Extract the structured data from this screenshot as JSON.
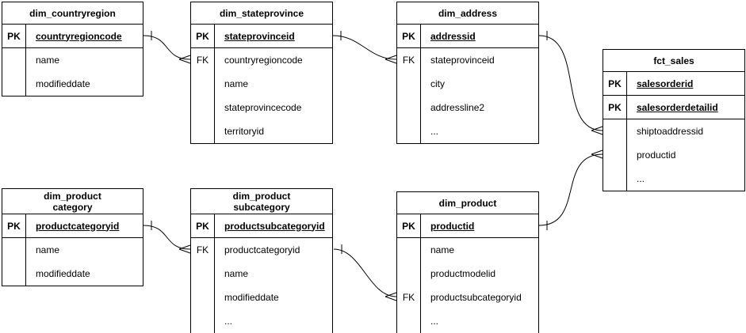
{
  "diagram": {
    "background_color": "#ffffff",
    "line_color": "#000000",
    "entities": [
      {
        "id": "dim_countryregion",
        "name": "dim_countryregion",
        "columns": [
          {
            "key": "PK",
            "name": "countryregioncode",
            "is_pk": true
          },
          {
            "key": "",
            "name": "name",
            "is_pk": false
          },
          {
            "key": "",
            "name": "modifieddate",
            "is_pk": false
          }
        ]
      },
      {
        "id": "dim_stateprovince",
        "name": "dim_stateprovince",
        "columns": [
          {
            "key": "PK",
            "name": "stateprovinceid",
            "is_pk": true
          },
          {
            "key": "FK",
            "name": "countryregioncode",
            "is_pk": false
          },
          {
            "key": "",
            "name": "name",
            "is_pk": false
          },
          {
            "key": "",
            "name": "stateprovincecode",
            "is_pk": false
          },
          {
            "key": "",
            "name": "territoryid",
            "is_pk": false
          }
        ]
      },
      {
        "id": "dim_address",
        "name": "dim_address",
        "columns": [
          {
            "key": "PK",
            "name": "addressid",
            "is_pk": true
          },
          {
            "key": "FK",
            "name": "stateprovinceid",
            "is_pk": false
          },
          {
            "key": "",
            "name": "city",
            "is_pk": false
          },
          {
            "key": "",
            "name": "addressline2",
            "is_pk": false
          },
          {
            "key": "",
            "name": "...",
            "is_pk": false
          }
        ]
      },
      {
        "id": "fct_sales",
        "name": "fct_sales",
        "columns": [
          {
            "key": "PK",
            "name": "salesorderid",
            "is_pk": true
          },
          {
            "key": "PK",
            "name": "salesorderdetailid",
            "is_pk": true
          },
          {
            "key": "",
            "name": "shiptoaddressid",
            "is_pk": false
          },
          {
            "key": "",
            "name": "productid",
            "is_pk": false
          },
          {
            "key": "",
            "name": "...",
            "is_pk": false
          }
        ]
      },
      {
        "id": "dim_productcategory",
        "name": "dim_product\ncategory",
        "columns": [
          {
            "key": "PK",
            "name": "productcategoryid",
            "is_pk": true
          },
          {
            "key": "",
            "name": "name",
            "is_pk": false
          },
          {
            "key": "",
            "name": "modifieddate",
            "is_pk": false
          }
        ]
      },
      {
        "id": "dim_productsubcategory",
        "name": "dim_product\nsubcategory",
        "columns": [
          {
            "key": "PK",
            "name": "productsubcategoryid",
            "is_pk": true
          },
          {
            "key": "FK",
            "name": "productcategoryid",
            "is_pk": false
          },
          {
            "key": "",
            "name": "name",
            "is_pk": false
          },
          {
            "key": "",
            "name": "modifieddate",
            "is_pk": false
          },
          {
            "key": "",
            "name": "...",
            "is_pk": false
          }
        ]
      },
      {
        "id": "dim_product",
        "name": "dim_product",
        "columns": [
          {
            "key": "PK",
            "name": "productid",
            "is_pk": true
          },
          {
            "key": "",
            "name": "name",
            "is_pk": false
          },
          {
            "key": "",
            "name": "productmodelid",
            "is_pk": false
          },
          {
            "key": "FK",
            "name": "productsubcategoryid",
            "is_pk": false
          },
          {
            "key": "",
            "name": "...",
            "is_pk": false
          }
        ]
      }
    ],
    "relations": [
      {
        "id": "countryregion-stateprovince",
        "from": "dim_countryregion.countryregioncode",
        "to": "dim_stateprovince.countryregioncode",
        "from_cardinality": "one",
        "to_cardinality": "many"
      },
      {
        "id": "stateprovince-address",
        "from": "dim_stateprovince.stateprovinceid",
        "to": "dim_address.stateprovinceid",
        "from_cardinality": "one",
        "to_cardinality": "many"
      },
      {
        "id": "address-sales",
        "from": "dim_address.addressid",
        "to": "fct_sales.shiptoaddressid",
        "from_cardinality": "one",
        "to_cardinality": "many"
      },
      {
        "id": "product-sales",
        "from": "dim_product.productid",
        "to": "fct_sales.productid",
        "from_cardinality": "one",
        "to_cardinality": "many"
      },
      {
        "id": "productcategory-productsubcategory",
        "from": "dim_productcategory.productcategoryid",
        "to": "dim_productsubcategory.productcategoryid",
        "from_cardinality": "one",
        "to_cardinality": "many"
      },
      {
        "id": "productsubcategory-product",
        "from": "dim_productsubcategory.productsubcategoryid",
        "to": "dim_product.productsubcategoryid",
        "from_cardinality": "one",
        "to_cardinality": "many"
      }
    ]
  }
}
